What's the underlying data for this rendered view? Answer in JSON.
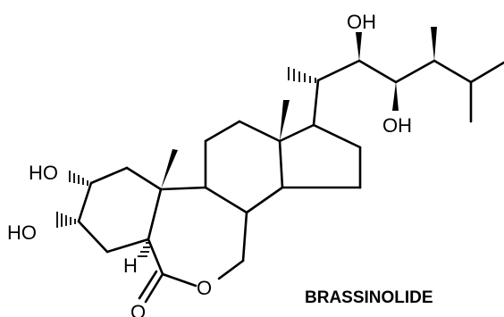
{
  "molecule": {
    "name": "BRASSINOLIDE",
    "atom_labels": {
      "oh_top": "OH",
      "oh_side": "OH",
      "ho_upper": "HO",
      "ho_lower": "HO",
      "h": "H",
      "o_ring": "O",
      "o_carbonyl": "O"
    }
  }
}
